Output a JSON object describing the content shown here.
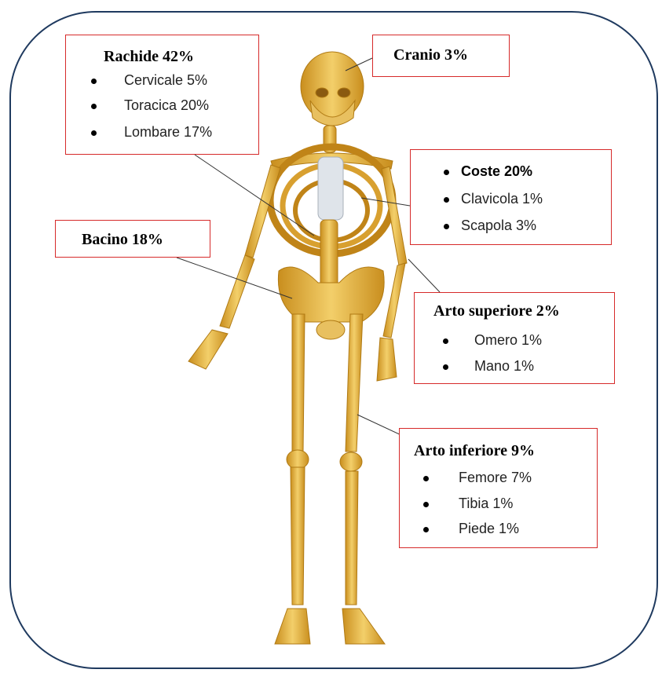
{
  "labels": {
    "rachide": {
      "title": "Rachide 42%",
      "items": [
        "Cervicale 5%",
        "Toracica 20%",
        "Lombare 17%"
      ]
    },
    "cranio": {
      "title": "Cranio 3%"
    },
    "coste": {
      "items": [
        "Coste 20%",
        "Clavicola 1%",
        "Scapola 3%"
      ]
    },
    "bacino": {
      "title": "Bacino 18%"
    },
    "arto_superiore": {
      "title": "Arto superiore 2%",
      "items": [
        "Omero 1%",
        "Mano 1%"
      ]
    },
    "arto_inferiore": {
      "title": "Arto inferiore 9%",
      "items": [
        "Femore 7%",
        "Tibia 1%",
        "Piede 1%"
      ]
    }
  },
  "colors": {
    "frame": "#1f3a5f",
    "box_border": "#d62a2a",
    "bone": "#e4b13c"
  }
}
